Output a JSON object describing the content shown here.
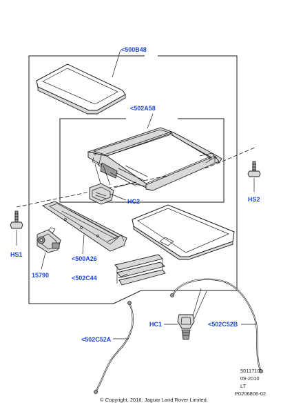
{
  "callouts": {
    "c500B48": "<500B48",
    "c502A58": "<502A58",
    "hc2": "HC2",
    "hs1": "HS1",
    "hs2": "HS2",
    "c500A26": "<500A26",
    "c15790": "15790",
    "c502C44": "<502C44",
    "hc1": "HC1",
    "c502C52B": "<502C52B",
    "c502C52A": "<502C52A"
  },
  "meta": {
    "ref_number": "5011710",
    "date": "09-2010",
    "lt": "LT",
    "figure_code": "P0206806-02",
    "copyright": "© Copyright, 2016. Jaguar Land Rover Limited."
  },
  "colors": {
    "callout": "#1f47d6",
    "line": "#1a1a1a"
  }
}
